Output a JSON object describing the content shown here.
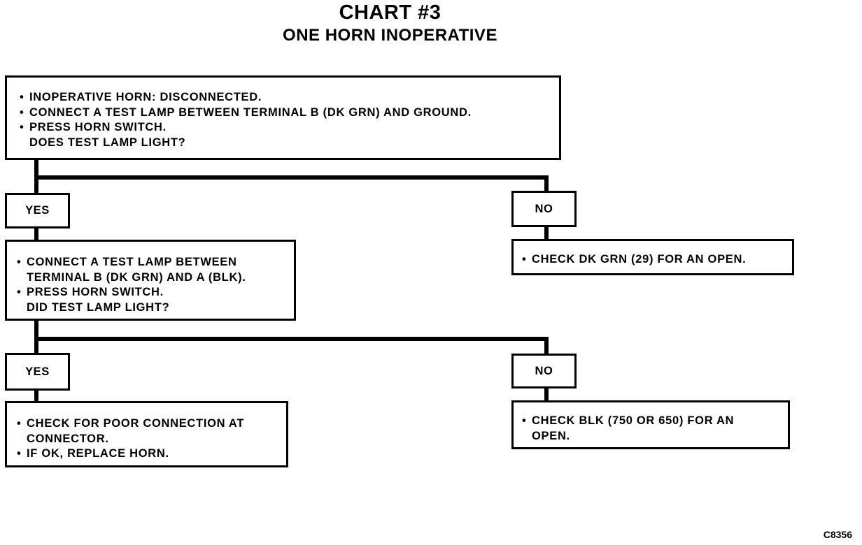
{
  "header": {
    "chart_number": "CHART #3",
    "subtitle": "ONE HORN INOPERATIVE"
  },
  "steps": {
    "step1": [
      "INOPERATIVE HORN: DISCONNECTED.",
      "CONNECT A TEST LAMP BETWEEN TERMINAL B (DK GRN) AND GROUND.",
      "PRESS HORN SWITCH.",
      "DOES TEST LAMP LIGHT?"
    ],
    "step2": [
      "CONNECT A TEST LAMP BETWEEN",
      "TERMINAL B (DK GRN) AND A (BLK).",
      "PRESS HORN SWITCH.",
      "DID TEST LAMP LIGHT?"
    ],
    "step1_no_result": "CHECK DK GRN (29) FOR AN OPEN.",
    "step2_yes_result": [
      "CHECK FOR POOR CONNECTION AT",
      "CONNECTOR.",
      "IF OK, REPLACE HORN."
    ],
    "step2_no_result": [
      "CHECK BLK (750 OR 650) FOR AN",
      "OPEN."
    ]
  },
  "branches": {
    "yes": "YES",
    "no": "NO"
  },
  "figure_code": "C8356"
}
